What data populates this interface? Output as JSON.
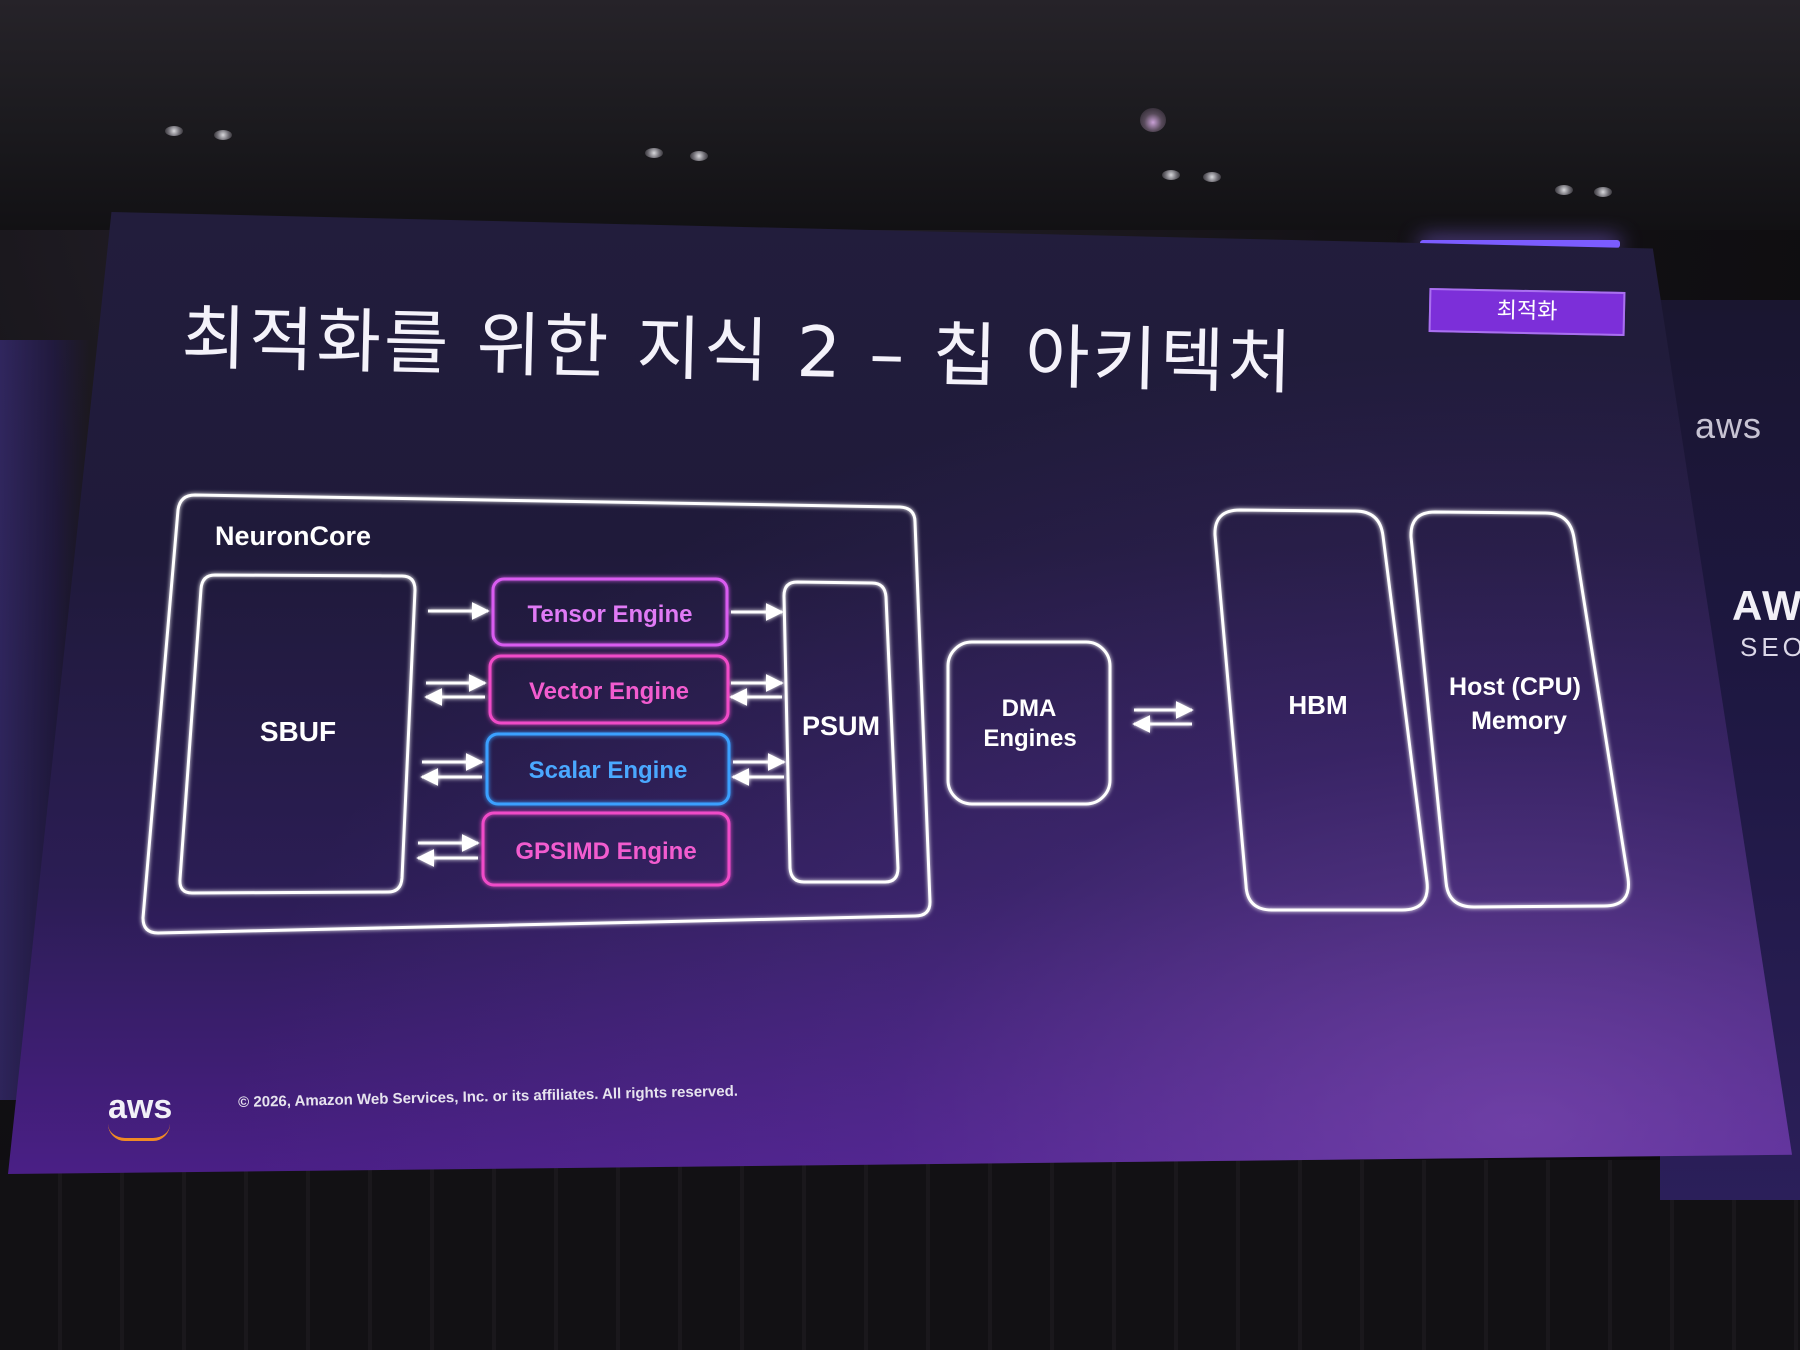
{
  "slide": {
    "title": "최적화를 위한 지식 2 – 칩 아키텍처",
    "badge": "최적화",
    "footer_logo": "aws",
    "copyright": "© 2026, Amazon Web Services, Inc. or its affiliates. All rights reserved."
  },
  "venue": {
    "banner_logo": "aws",
    "banner_text_1": "AW",
    "banner_text_2": "SEO"
  },
  "diagram": {
    "container_label": "NeuronCore",
    "sbuf": "SBUF",
    "psum": "PSUM",
    "engines": [
      {
        "label": "Tensor Engine",
        "color": "#d95cf0"
      },
      {
        "label": "Vector Engine",
        "color": "#f04cc8"
      },
      {
        "label": "Scalar Engine",
        "color": "#3aa0ff"
      },
      {
        "label": "GPSIMD Engine",
        "color": "#f04cc8"
      }
    ],
    "dma": [
      "DMA",
      "Engines"
    ],
    "hbm": "HBM",
    "host": [
      "Host (CPU)",
      "Memory"
    ],
    "colors": {
      "outline": "#ffffff",
      "text": "#ffffff",
      "accent": "#7c2fd9"
    }
  }
}
